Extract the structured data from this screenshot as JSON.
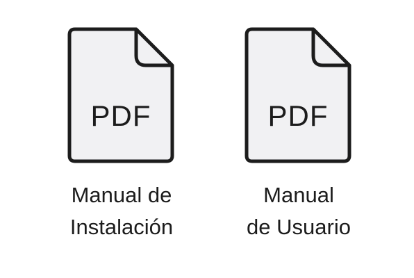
{
  "files": [
    {
      "icon": "pdf-file-icon",
      "type_label": "PDF",
      "name_lines": [
        "Manual de",
        "Instalación"
      ]
    },
    {
      "icon": "pdf-file-icon",
      "type_label": "PDF",
      "name_lines": [
        "Manual",
        "de Usuario"
      ]
    }
  ],
  "colors": {
    "icon_fill": "#f1f1f3",
    "icon_stroke": "#1c1c1c",
    "text": "#1c1c1c",
    "background": "#ffffff"
  }
}
